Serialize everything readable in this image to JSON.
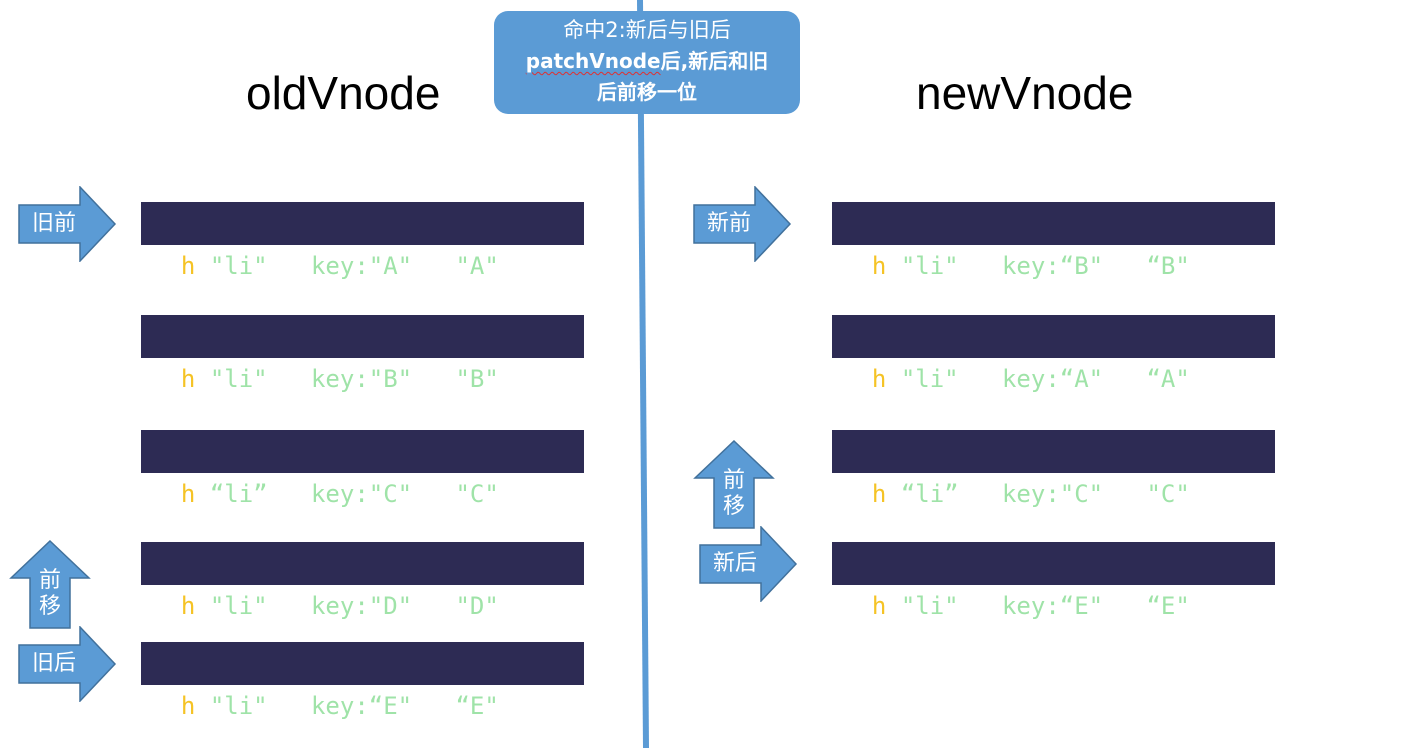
{
  "titles": {
    "old": "oldVnode",
    "new": "newVnode"
  },
  "callout": {
    "line1": "命中2:新后与旧后",
    "line2_bold": "patchVnode",
    "line2_rest": "后,新后和旧",
    "line3": "后前移一位"
  },
  "old_nodes": [
    {
      "fn": "h",
      "open": "(",
      "tag": "\"li\"",
      "sep": ", {",
      "key_label": "key:",
      "key_val": "\"A\"",
      "mid": "}, ",
      "text": "\"A\"",
      "end": ",)"
    },
    {
      "fn": "h",
      "open": "(",
      "tag": "\"li\"",
      "sep": ", {",
      "key_label": "key:",
      "key_val": "\"B\"",
      "mid": "}, ",
      "text": "\"B\"",
      "end": ",)"
    },
    {
      "fn": "h",
      "open": "(",
      "tag": "“li”",
      "sep": ", {",
      "key_label": "key:",
      "key_val": "\"C\"",
      "mid": "}, ",
      "text": "\"C\"",
      "end": ",)"
    },
    {
      "fn": "h",
      "open": "(",
      "tag": "\"li\"",
      "sep": ", {",
      "key_label": "key:",
      "key_val": "\"D\"",
      "mid": "}, ",
      "text": "\"D\"",
      "end": ",)"
    },
    {
      "fn": "h",
      "open": "(",
      "tag": "\"li\"",
      "sep": ", {",
      "key_label": "key:",
      "key_val": "“E\"",
      "mid": "}, ",
      "text": "“E\"",
      "end": ",)"
    }
  ],
  "new_nodes": [
    {
      "fn": "h",
      "open": "(",
      "tag": "\"li\"",
      "sep": ", {",
      "key_label": "key:",
      "key_val": "“B\"",
      "mid": "}, ",
      "text": "“B\"",
      "end": ",)"
    },
    {
      "fn": "h",
      "open": "(",
      "tag": "\"li\"",
      "sep": ", {",
      "key_label": "key:",
      "key_val": "“A\"",
      "mid": "}, ",
      "text": "“A\"",
      "end": ",)"
    },
    {
      "fn": "h",
      "open": "(",
      "tag": "“li”",
      "sep": ", {",
      "key_label": "key:",
      "key_val": "\"C\"",
      "mid": "}, ",
      "text": "\"C\"",
      "end": ",)"
    },
    {
      "fn": "h",
      "open": "(",
      "tag": "\"li\"",
      "sep": ", {",
      "key_label": "key:",
      "key_val": "“E\"",
      "mid": "}, ",
      "text": "“E\"",
      "end": ",)"
    }
  ],
  "pointers": {
    "old_start": "旧前",
    "old_end": "旧后",
    "old_move_1": "前",
    "old_move_2": "移",
    "new_start": "新前",
    "new_end": "新后",
    "new_move_1": "前",
    "new_move_2": "移"
  },
  "colors": {
    "arrow_fill": "#5b9bd5",
    "arrow_stroke": "#41719c",
    "code_bg": "#2d2b54",
    "divider": "#5b9bd5"
  }
}
